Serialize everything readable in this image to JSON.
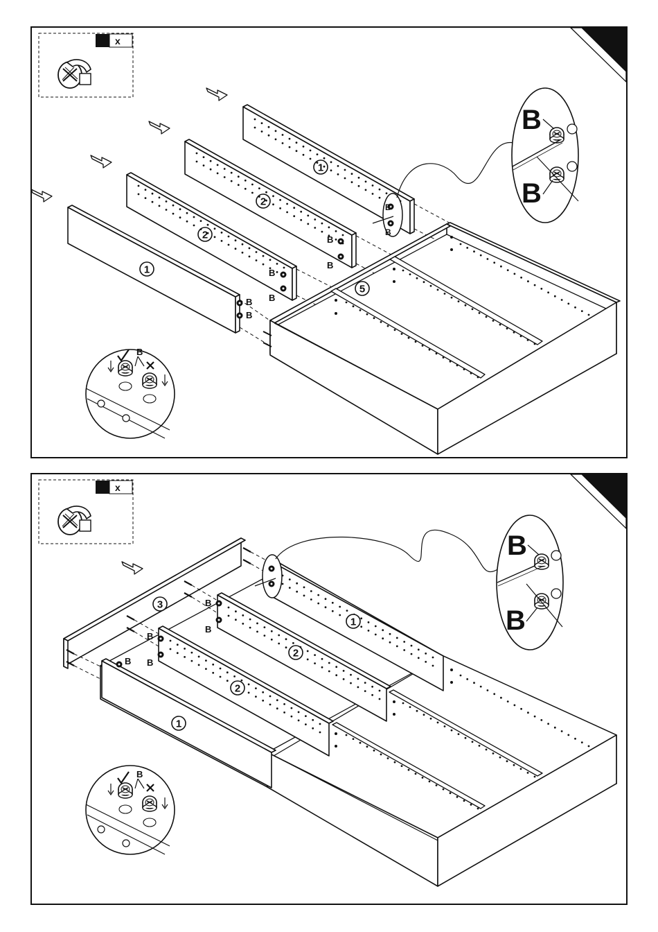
{
  "parts_box": {
    "quantity_prefix": "x",
    "icon": "cam-lock-fitting-icon"
  },
  "hardware_label": "B",
  "part_numbers": {
    "long_side": "1",
    "inner_rail": "2",
    "end_panel": "3",
    "frame": "5"
  },
  "corner_marker": "step-corner-flag",
  "colors": {
    "ink": "#111111",
    "paper": "#ffffff"
  }
}
